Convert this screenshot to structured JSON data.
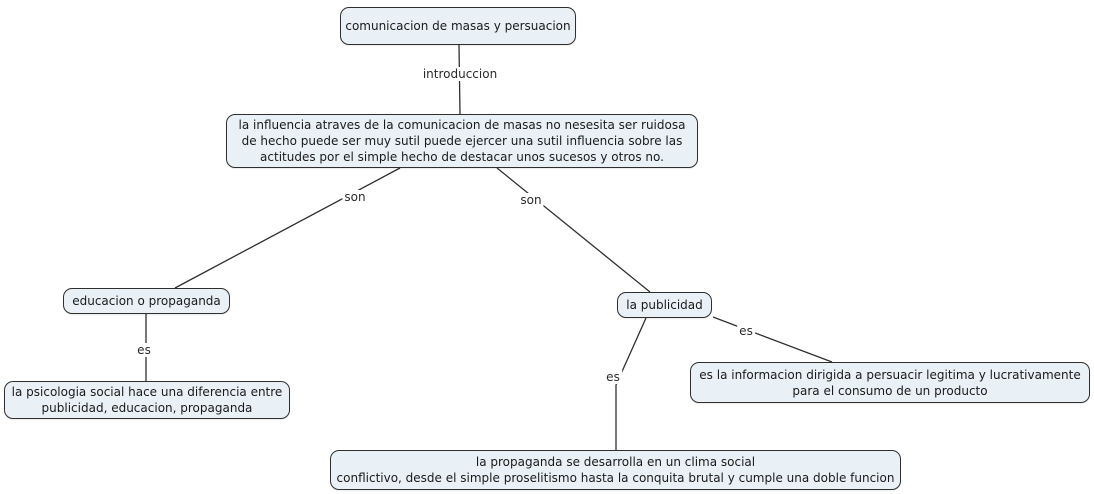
{
  "colors": {
    "background": "#ffffff",
    "node_fill": "#eaf1f6",
    "node_border": "#2f2f2f",
    "node_text": "#1a1a1a",
    "link_line": "#2f2f2f",
    "link_label_text": "#2a2a2a"
  },
  "nodes": {
    "main": {
      "text": "comunicacion de masas y persuacion"
    },
    "influencia": {
      "lines": [
        "la influencia atraves de la comunicacion de masas no nesesita ser ruidosa",
        "de hecho puede ser muy sutil puede ejercer una sutil influencia sobre las",
        "actitudes por el simple hecho de destacar unos sucesos y otros no."
      ]
    },
    "educacion": {
      "text": "educacion o propaganda"
    },
    "publicidad": {
      "text": "la publicidad"
    },
    "psicologia": {
      "lines": [
        "la psicologia social hace una diferencia entre",
        "publicidad, educacion, propaganda"
      ]
    },
    "informacion": {
      "lines": [
        "es la informacion dirigida a persuacir legitima y lucrativamente",
        "para el consumo de un producto"
      ]
    },
    "propaganda": {
      "lines": [
        "la propaganda se desarrolla en un clima social",
        "conflictivo, desde el simple proselitismo hasta la conquita brutal y cumple una doble funcion"
      ]
    }
  },
  "links": {
    "introduccion": "introduccion",
    "son_left": "son",
    "son_right": "son",
    "es_left": "es",
    "es_right": "es",
    "es_bottom": "es"
  }
}
